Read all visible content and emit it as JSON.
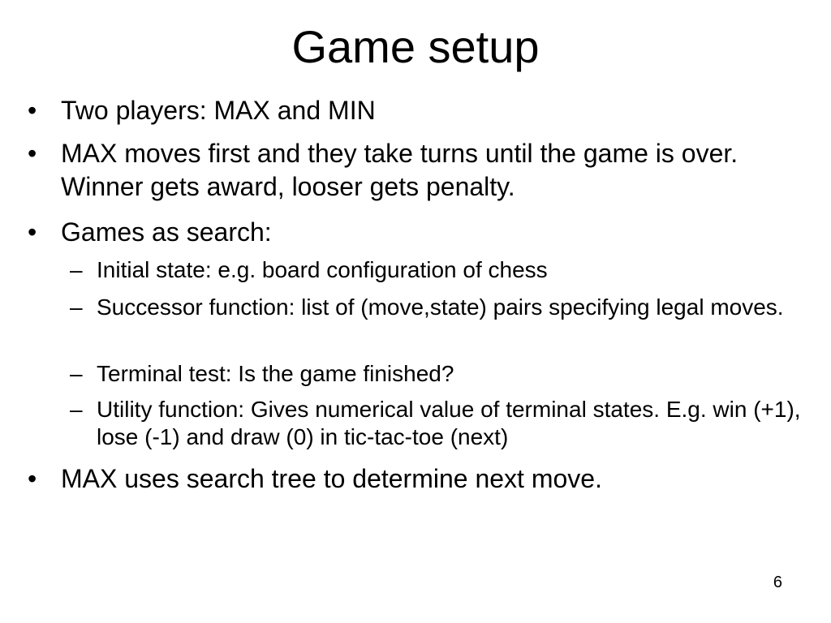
{
  "slide": {
    "title": "Game setup",
    "bullet_marker": "•",
    "sub_marker": "–",
    "bullets": [
      {
        "text": "Two players: MAX and MIN"
      },
      {
        "text": "MAX moves first and they take turns until the game is over. Winner gets award, looser gets penalty."
      },
      {
        "text": "Games as search:"
      },
      {
        "text": "MAX uses  search tree to determine next move."
      }
    ],
    "sub_bullets": [
      {
        "text": "Initial state: e.g. board configuration of chess"
      },
      {
        "text": "Successor function: list of (move,state) pairs specifying legal moves."
      },
      {
        "text": "Terminal test: Is the game finished?"
      },
      {
        "text": "Utility function: Gives numerical value of terminal states. E.g. win (+1), lose (-1) and draw (0) in tic-tac-toe (next)"
      }
    ],
    "page_number": "6"
  }
}
